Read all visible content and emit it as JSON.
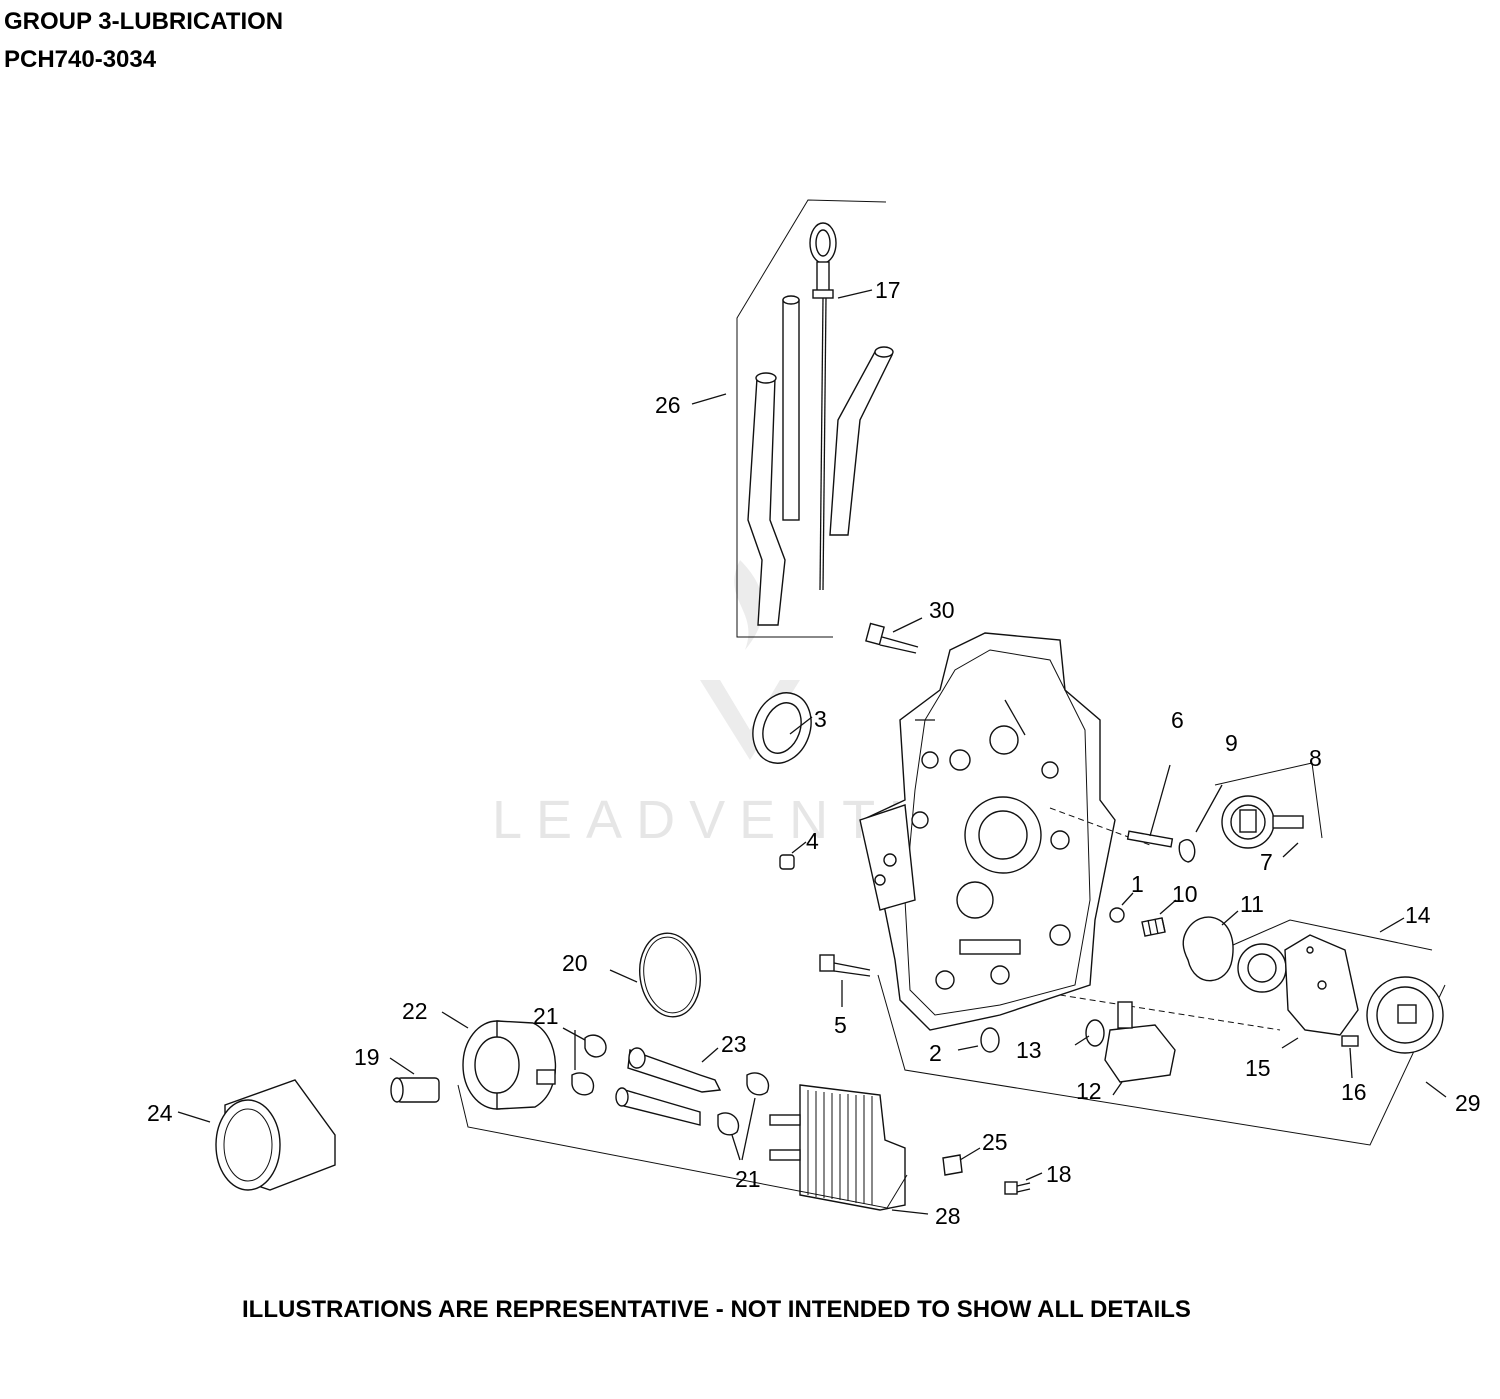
{
  "header": {
    "title": "GROUP 3-LUBRICATION",
    "model": "PCH740-3034"
  },
  "watermark": "LEADVENTURE",
  "footer": "ILLUSTRATIONS ARE REPRESENTATIVE - NOT INTENDED TO SHOW ALL DETAILS",
  "callouts": {
    "c1": "1",
    "c2": "2",
    "c3": "3",
    "c4": "4",
    "c5": "5",
    "c6": "6",
    "c7": "7",
    "c8": "8",
    "c9": "9",
    "c10": "10",
    "c11": "11",
    "c12": "12",
    "c13": "13",
    "c14": "14",
    "c15": "15",
    "c16": "16",
    "c17": "17",
    "c18": "18",
    "c19": "19",
    "c20": "20",
    "c21a": "21",
    "c21b": "21",
    "c22": "22",
    "c23": "23",
    "c24": "24",
    "c25": "25",
    "c26": "26",
    "c28": "28",
    "c29": "29",
    "c30": "30"
  }
}
